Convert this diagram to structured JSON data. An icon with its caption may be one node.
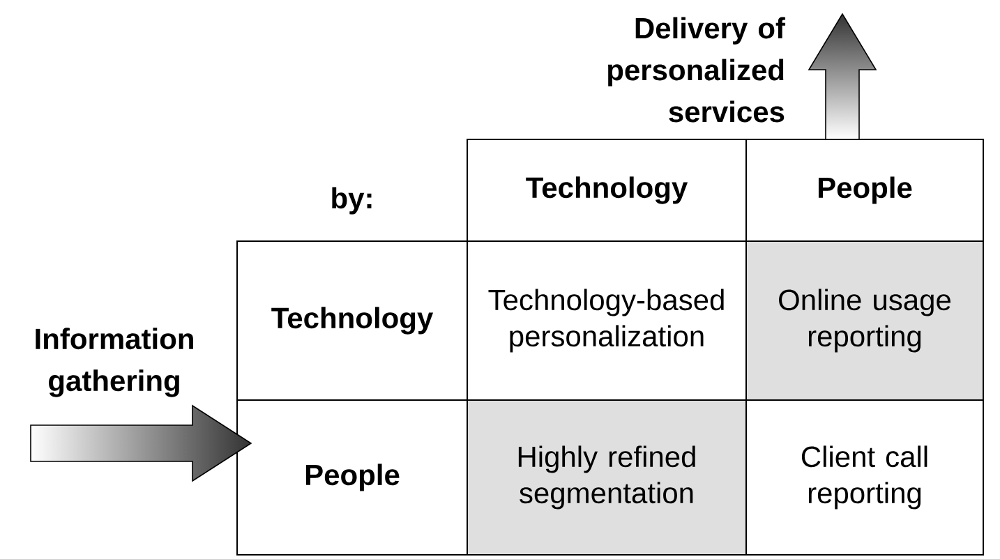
{
  "diagram": {
    "labels": [
      "Delivery of personalized services",
      "by:",
      "Technology",
      "People",
      "Information gathering",
      "Technology",
      "Technology-based personalization",
      "Online usage reporting",
      "People",
      "Highly refined segmentation",
      "Client call reporting"
    ]
  }
}
